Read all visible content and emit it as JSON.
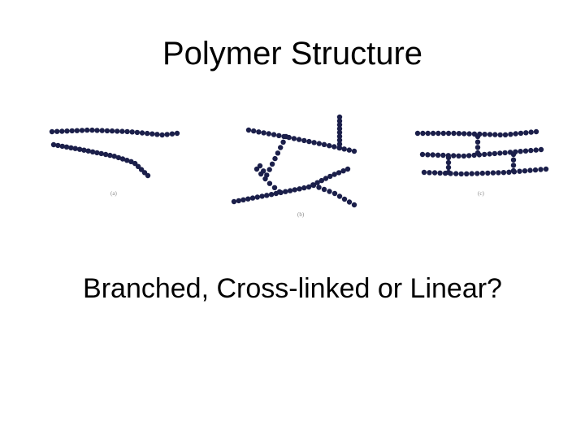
{
  "slide": {
    "title": "Polymer Structure",
    "question": "Branched, Cross-linked or Linear?"
  },
  "diagrams": {
    "bead_color": "#1b1f4a",
    "panels": [
      {
        "label": "(a)"
      },
      {
        "label": "(b)"
      },
      {
        "label": "(c)"
      }
    ]
  }
}
